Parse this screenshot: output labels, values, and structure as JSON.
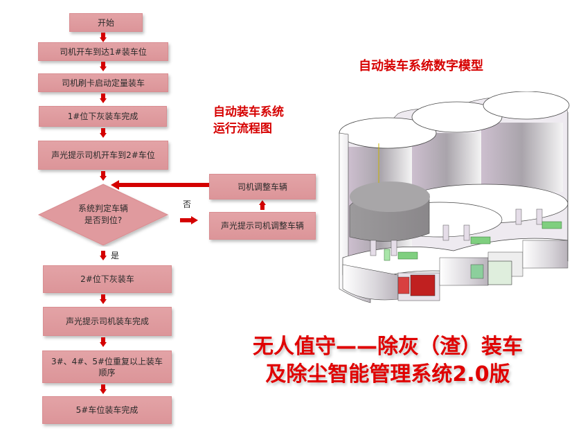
{
  "flowchart": {
    "title_lines": [
      "自动装车系统",
      "运行流程图"
    ],
    "steps": [
      {
        "label": "开始"
      },
      {
        "label": "司机开车到达1#装车位"
      },
      {
        "label": "司机刷卡启动定量装车"
      },
      {
        "label": "1#位下灰装车完成"
      },
      {
        "label": "声光提示司机开车到2#车位"
      }
    ],
    "decision": {
      "lines": [
        "系统判定车辆",
        "是否到位?"
      ],
      "yes_label": "是",
      "no_label": "否"
    },
    "no_branch": [
      {
        "label": "声光提示司机调整车辆"
      },
      {
        "label": "司机调整车辆"
      }
    ],
    "steps_after": [
      {
        "label": "2#位下灰装车"
      },
      {
        "label": "声光提示司机装车完成"
      },
      {
        "label_lines": [
          "3#、4#、5#位重复以上装车",
          "顺序"
        ]
      },
      {
        "label": "5#车位装车完成"
      }
    ]
  },
  "model": {
    "title": "自动装车系统数字模型",
    "image_desc": "3D digital model of silo loading system with trucks"
  },
  "main_title": {
    "line1": "无人值守——除灰（渣）装车",
    "line2": "及除尘智能管理系统2.0版"
  },
  "colors": {
    "box_fill": "#e09a9e",
    "arrow": "#d40000",
    "title_red": "#e00000"
  }
}
